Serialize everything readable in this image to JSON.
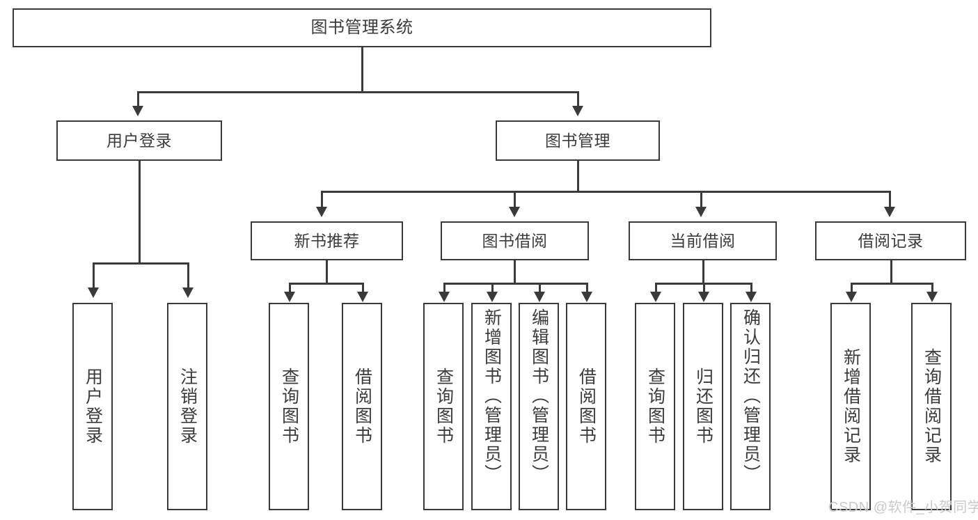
{
  "diagram": {
    "title": "图书管理系统",
    "type": "hierarchy-tree",
    "root": {
      "id": "root",
      "label": "图书管理系统"
    },
    "level1": [
      {
        "id": "user-login",
        "label": "用户登录"
      },
      {
        "id": "book-manage",
        "label": "图书管理"
      }
    ],
    "level2": [
      {
        "id": "new-book-rec",
        "label": "新书推荐",
        "parent": "book-manage"
      },
      {
        "id": "book-borrow",
        "label": "图书借阅",
        "parent": "book-manage"
      },
      {
        "id": "current-borrow",
        "label": "当前借阅",
        "parent": "book-manage"
      },
      {
        "id": "borrow-record",
        "label": "借阅记录",
        "parent": "book-manage"
      }
    ],
    "leaves": [
      {
        "id": "leaf-user-login",
        "label": "用户登录",
        "parent": "user-login"
      },
      {
        "id": "leaf-logout-login",
        "label": "注销登录",
        "parent": "user-login"
      },
      {
        "id": "leaf-query-book-1",
        "label": "查询图书",
        "parent": "new-book-rec"
      },
      {
        "id": "leaf-borrow-book-1",
        "label": "借阅图书",
        "parent": "new-book-rec"
      },
      {
        "id": "leaf-query-book-2",
        "label": "查询图书",
        "parent": "book-borrow"
      },
      {
        "id": "leaf-add-book",
        "label": "新增图书（管理员）",
        "parent": "book-borrow"
      },
      {
        "id": "leaf-edit-book",
        "label": "编辑图书（管理员）",
        "parent": "book-borrow"
      },
      {
        "id": "leaf-borrow-book-2",
        "label": "借阅图书",
        "parent": "book-borrow"
      },
      {
        "id": "leaf-query-book-3",
        "label": "查询图书",
        "parent": "current-borrow"
      },
      {
        "id": "leaf-return-book",
        "label": "归还图书",
        "parent": "current-borrow"
      },
      {
        "id": "leaf-confirm-return",
        "label": "确认归还（管理员）",
        "parent": "current-borrow"
      },
      {
        "id": "leaf-add-record",
        "label": "新增借阅记录",
        "parent": "borrow-record"
      },
      {
        "id": "leaf-query-record",
        "label": "查询借阅记录",
        "parent": "borrow-record"
      }
    ]
  },
  "watermark": {
    "text": "CSDN @软件_小贺同学"
  },
  "colors": {
    "stroke": "#3a3a3a",
    "text": "#3b3b3b",
    "background": "#ffffff",
    "watermark": "#c9c9c9"
  }
}
